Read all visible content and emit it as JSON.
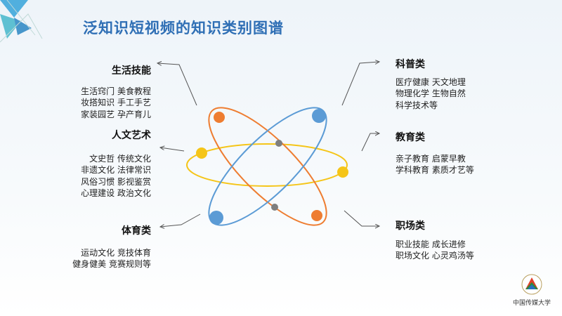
{
  "title": "泛知识短视频的知识类别图谱",
  "left": [
    {
      "heading": "生活技能",
      "items": [
        "生活窍门  美食教程",
        "妆搭知识  手工手艺",
        "家装园艺  孕产育儿"
      ]
    },
    {
      "heading": "人文艺术",
      "items": [
        "文史哲  传统文化",
        "非遗文化  法律常识",
        "风俗习惯  影视鉴赏",
        "心理建设  政治文化"
      ]
    },
    {
      "heading": "体育类",
      "items": [
        "运动文化  竞技体育",
        "健身健美  竞赛规则等"
      ]
    }
  ],
  "right": [
    {
      "heading": "科普类",
      "items": [
        "医疗健康  天文地理",
        "物理化学  生物自然",
        "科学技术等"
      ]
    },
    {
      "heading": "教育类",
      "items": [
        "亲子教育  启蒙早教",
        "学科教育  素质才艺等"
      ]
    },
    {
      "heading": "职场类",
      "items": [
        "职业技能  成长进修",
        "职场文化  心灵鸡汤等"
      ]
    }
  ],
  "logo": {
    "text": "中国传媒大学"
  },
  "colors": {
    "title": "#2f6fb5",
    "orange": "#ee7d31",
    "blue": "#5b9bd5",
    "yellow": "#f5c518",
    "gray": "#7f7f7f"
  }
}
